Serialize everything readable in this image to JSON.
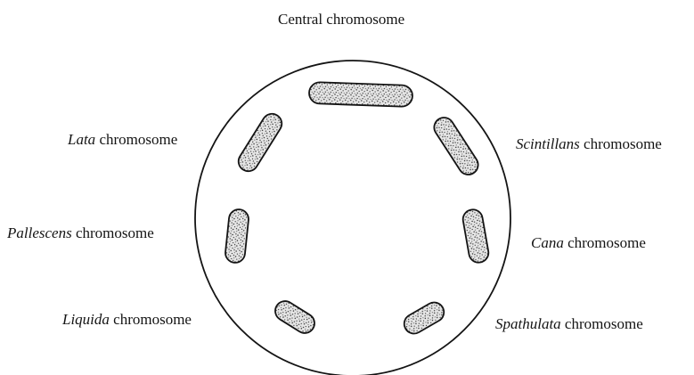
{
  "labels": {
    "central": {
      "name": "Central",
      "suffix": "chromosome"
    },
    "lata": {
      "name": "Lata",
      "suffix": "chromosome"
    },
    "scintillans": {
      "name": "Scintillans",
      "suffix": "chromosome"
    },
    "pallescens": {
      "name": "Pallescens",
      "suffix": "chromosome"
    },
    "cana": {
      "name": "Cana",
      "suffix": "chromosome"
    },
    "liquida": {
      "name": "Liquida",
      "suffix": "chromosome"
    },
    "spathulata": {
      "name": "Spathulata",
      "suffix": "chromosome"
    }
  },
  "colors": {
    "ink": "#141414",
    "chromosome_fill": "#d9d9d9",
    "background": "#ffffff"
  }
}
